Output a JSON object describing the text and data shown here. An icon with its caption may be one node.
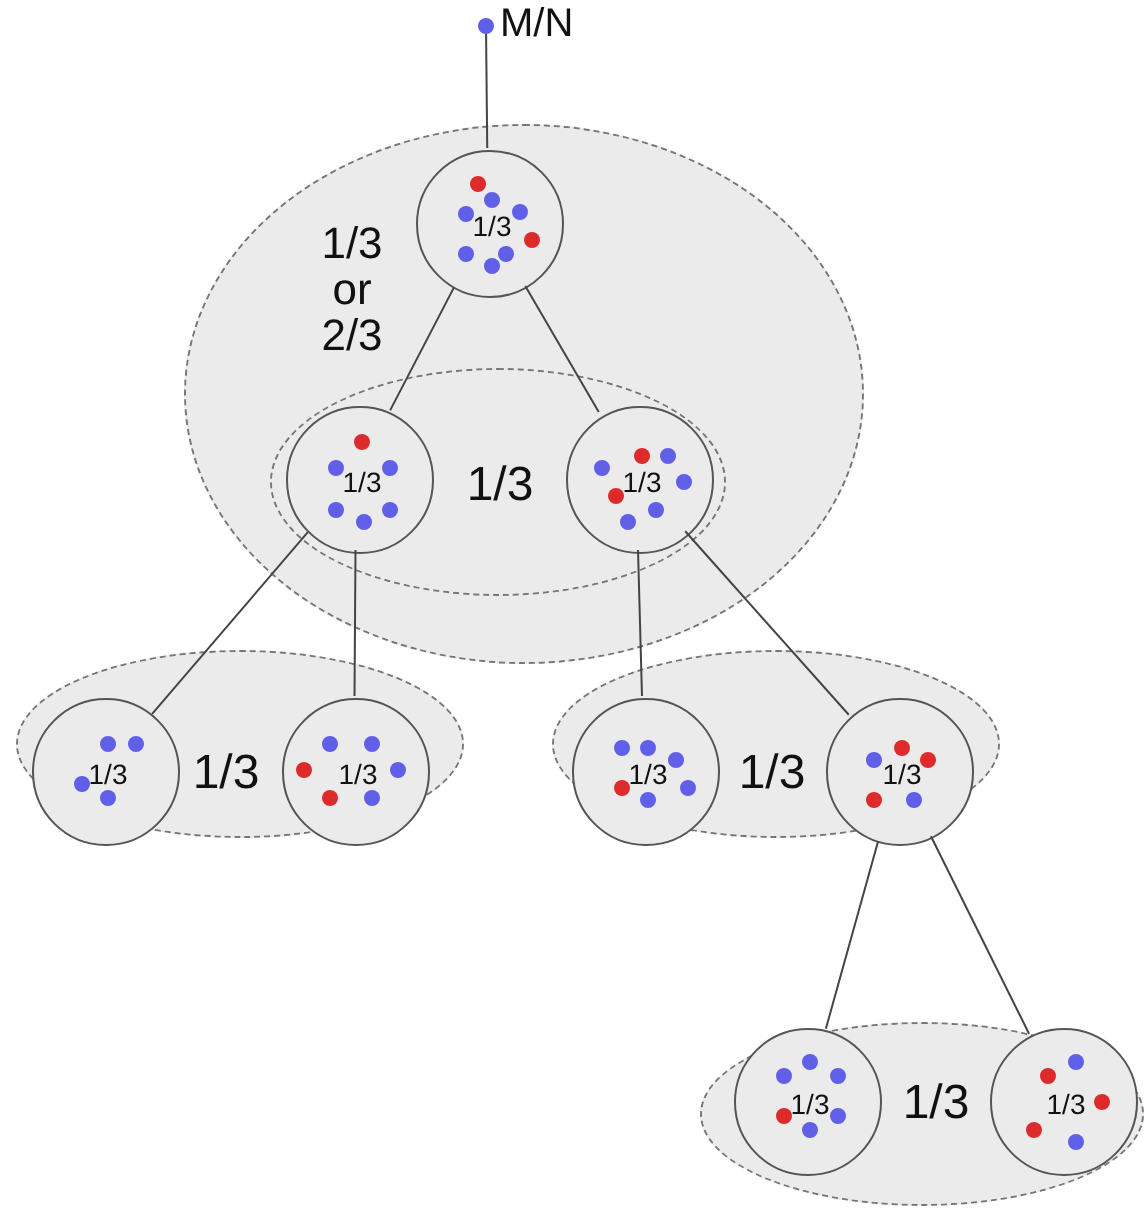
{
  "diagram": {
    "nodes": [
      {
        "text": [],
        "shape": "circle",
        "beside": [
          "M/N"
        ]
      },
      {
        "text": [
          "1/3 or 2/3"
        ]
      },
      {
        "text": [
          "1/3"
        ],
        "in": 1
      },
      {
        "text": [
          "1/3"
        ],
        "in": 1
      },
      {
        "text": [
          "1/3"
        ],
        "in": 3
      },
      {
        "text": [
          "1/3"
        ],
        "in": 3
      },
      {
        "text": [
          "1/3"
        ]
      },
      {
        "text": [
          "1/3"
        ],
        "in": 6
      },
      {
        "text": [
          "1/3"
        ],
        "in": 6
      },
      {
        "text": [
          "1/3"
        ]
      },
      {
        "text": [
          "1/3"
        ],
        "in": 9
      },
      {
        "text": [
          "1/3"
        ],
        "in": 9
      },
      {
        "text": [
          "1/3"
        ]
      },
      {
        "text": [
          "1/3"
        ],
        "in": 12
      },
      {
        "text": [
          "1/3"
        ],
        "in": 12
      }
    ],
    "edges": [
      {
        "from": 0,
        "to": 2,
        "arrow": "none"
      },
      {
        "from": 2,
        "to": 4,
        "arrow": "none"
      },
      {
        "from": 2,
        "to": 5,
        "arrow": "none"
      },
      {
        "from": 4,
        "to": 7,
        "arrow": "none"
      },
      {
        "from": 4,
        "to": 8,
        "arrow": "none"
      },
      {
        "from": 5,
        "to": 10,
        "arrow": "none"
      },
      {
        "from": 5,
        "to": 11,
        "arrow": "none"
      },
      {
        "from": 11,
        "to": 13,
        "arrow": "none"
      },
      {
        "from": 11,
        "to": 14,
        "arrow": "none"
      }
    ]
  }
}
